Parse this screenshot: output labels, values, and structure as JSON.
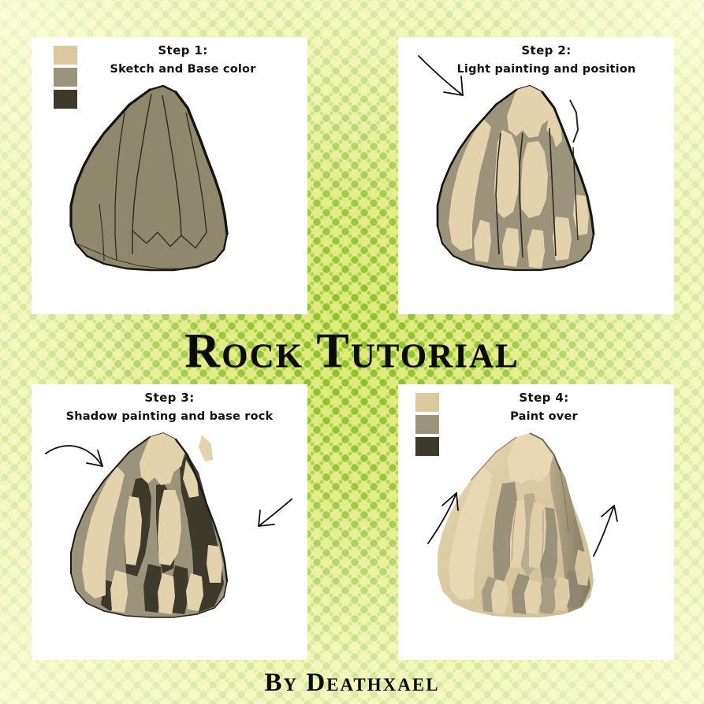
{
  "title": "Rock Tutorial",
  "credit": "By Deathxael",
  "background": {
    "base_color": "#dfe97a",
    "dot_color": "#8cc02b",
    "style": "halftone-polka-dots",
    "edge_treatment": "lightened-vignette"
  },
  "palette": {
    "light": "#dcc89e",
    "mid": "#9c947a",
    "dark": "#3d3a2c",
    "base_rock": "#90886d",
    "outline": "#1a1a1a",
    "panel_bg": "#ffffff"
  },
  "panels": [
    {
      "id": "step-1",
      "step_label": "Step 1:",
      "description": "Sketch and Base color",
      "has_swatches": true,
      "swatches": [
        "#dcc89e",
        "#9c947a",
        "#3d3a2c"
      ],
      "arrows": []
    },
    {
      "id": "step-2",
      "step_label": "Step 2:",
      "description": "Light painting and position",
      "has_swatches": false,
      "swatches": [],
      "arrows": [
        "down-right"
      ]
    },
    {
      "id": "step-3",
      "step_label": "Step 3:",
      "description": "Shadow painting and base rock",
      "has_swatches": false,
      "swatches": [],
      "arrows": [
        "curve-right",
        "down-left"
      ]
    },
    {
      "id": "step-4",
      "step_label": "Step 4:",
      "description": "Paint over",
      "has_swatches": true,
      "swatches": [
        "#dcc89e",
        "#9c947a",
        "#3d3a2c"
      ],
      "arrows": [
        "up-right-left-side",
        "up-right-side"
      ]
    }
  ]
}
